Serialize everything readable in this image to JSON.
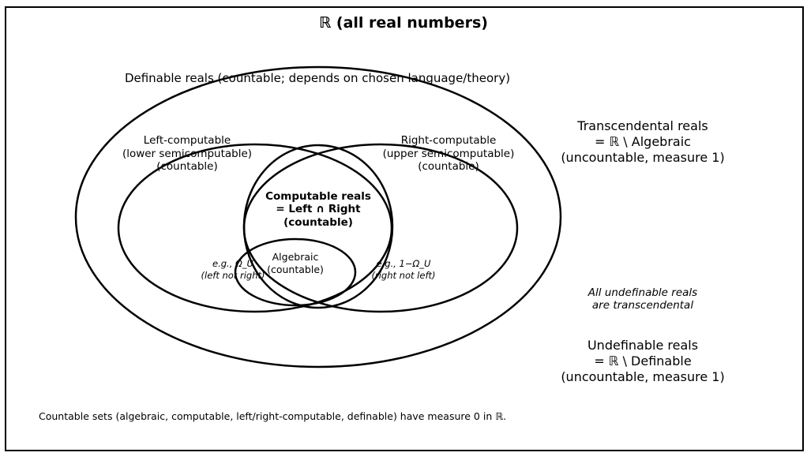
{
  "title": "ℝ (all real numbers)",
  "definable": "Definable reals (countable; depends on chosen language/theory)",
  "left": [
    "Left-computable",
    "(lower semicomputable)",
    "(countable)"
  ],
  "right": [
    "Right-computable",
    "(upper semicomputable)",
    "(countable)"
  ],
  "computable": [
    "Computable reals",
    "= Left ∩ Right",
    "(countable)"
  ],
  "algebraic": [
    "Algebraic",
    "(countable)"
  ],
  "left_example": [
    "e.g., Ω_U",
    "(left not right)"
  ],
  "right_example": [
    "e.g., 1−Ω_U",
    "(right not left)"
  ],
  "transcendental": [
    "Transcendental reals",
    "= ℝ \\ Algebraic",
    "(uncountable, measure 1)"
  ],
  "undefinable_note": [
    "All undefinable reals",
    "are transcendental"
  ],
  "undefinable": [
    "Undefinable reals",
    "= ℝ \\ Definable",
    "(uncountable, measure 1)"
  ],
  "footnote": "Countable sets (algebraic, computable, left/right-computable, definable) have measure 0 in ℝ."
}
